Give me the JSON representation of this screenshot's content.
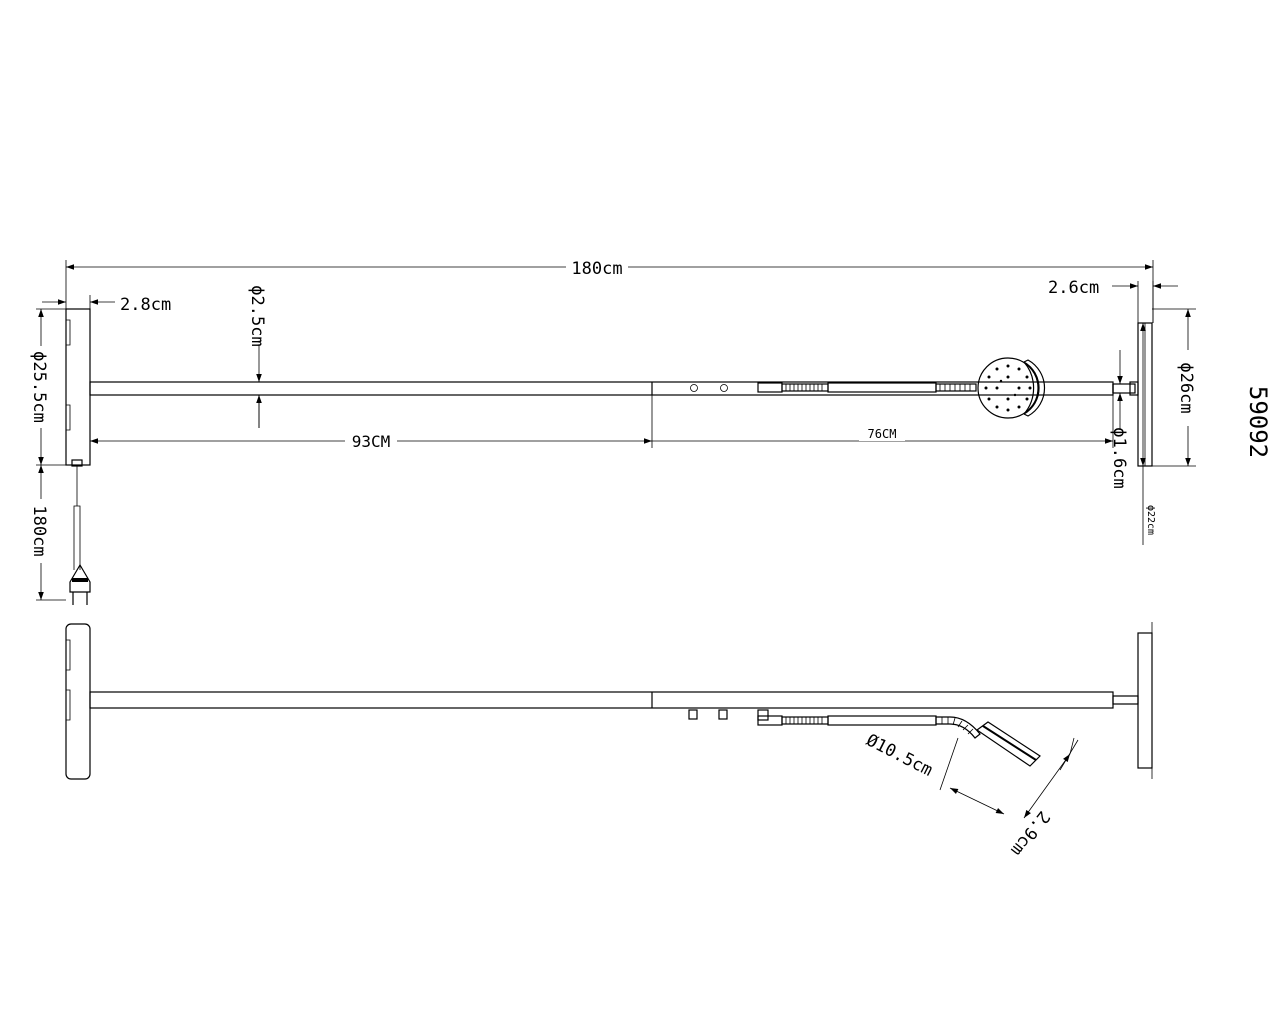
{
  "model_number": "59092",
  "dimensions": {
    "total_length": "180cm",
    "base_thickness": "2.8cm",
    "base_diameter": "ϕ25.5cm",
    "cable_length": "180cm",
    "pole_diameter": "ϕ2.5cm",
    "lower_section": "93CM",
    "upper_section": "76CM",
    "top_plate_thickness": "2.6cm",
    "top_plate_diameter": "ϕ26cm",
    "top_pin_diameter": "ϕ1.6cm",
    "ceiling_disc_diameter": "ϕ22cm",
    "head_diameter": "Ø10.5cm",
    "head_height": "2.9cm"
  },
  "colors": {
    "line": "#000000",
    "background": "#ffffff"
  }
}
